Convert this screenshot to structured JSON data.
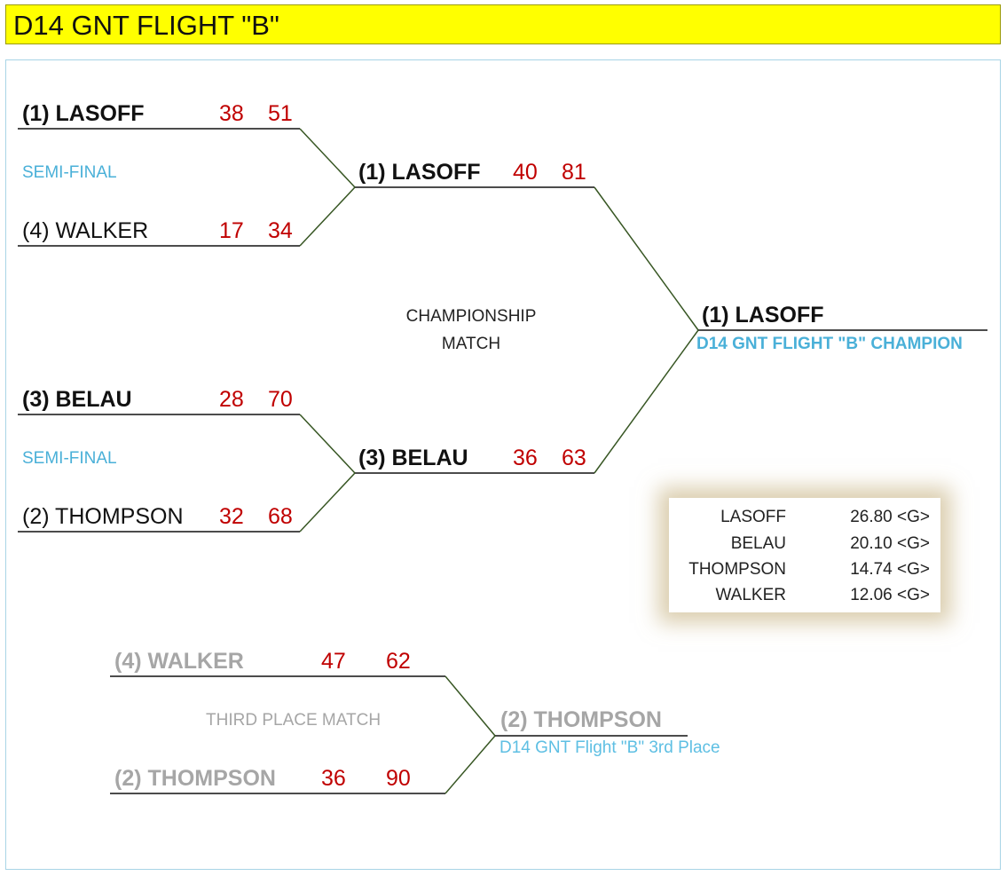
{
  "title": "D14 GNT FLIGHT \"B\"",
  "colors": {
    "title_bg": "#ffff00",
    "score": "#c00000",
    "caption_blue": "#4ab0d8",
    "grey_text": "#a6a6a6",
    "bracket_line": "#375623"
  },
  "semifinal_top": {
    "label": "SEMI-FINAL",
    "player_a": {
      "name": "(1) LASOFF",
      "score1": "38",
      "score2": "51"
    },
    "player_b": {
      "name": "(4) WALKER",
      "score1": "17",
      "score2": "34"
    }
  },
  "semifinal_bottom": {
    "label": "SEMI-FINAL",
    "player_a": {
      "name": "(3) BELAU",
      "score1": "28",
      "score2": "70"
    },
    "player_b": {
      "name": "(2) THOMPSON",
      "score1": "32",
      "score2": "68"
    }
  },
  "final": {
    "caption_line1": "CHAMPIONSHIP",
    "caption_line2": "MATCH",
    "player_a": {
      "name": "(1) LASOFF",
      "score1": "40",
      "score2": "81"
    },
    "player_b": {
      "name": "(3) BELAU",
      "score1": "36",
      "score2": "63"
    }
  },
  "champion": {
    "name": "(1) LASOFF",
    "subtitle": "D14 GNT FLIGHT \"B\" CHAMPION"
  },
  "stats": [
    {
      "name": "LASOFF",
      "value": "26.80 <G>"
    },
    {
      "name": "BELAU",
      "value": "20.10 <G>"
    },
    {
      "name": "THOMPSON",
      "value": "14.74 <G>"
    },
    {
      "name": "WALKER",
      "value": "12.06 <G>"
    }
  ],
  "third_place": {
    "label": "THIRD PLACE MATCH",
    "player_a": {
      "name": "(4) WALKER",
      "score1": "47",
      "score2": "62"
    },
    "player_b": {
      "name": "(2) THOMPSON",
      "score1": "36",
      "score2": "90"
    },
    "winner": {
      "name": "(2) THOMPSON",
      "subtitle": "D14 GNT Flight \"B\" 3rd Place"
    }
  }
}
